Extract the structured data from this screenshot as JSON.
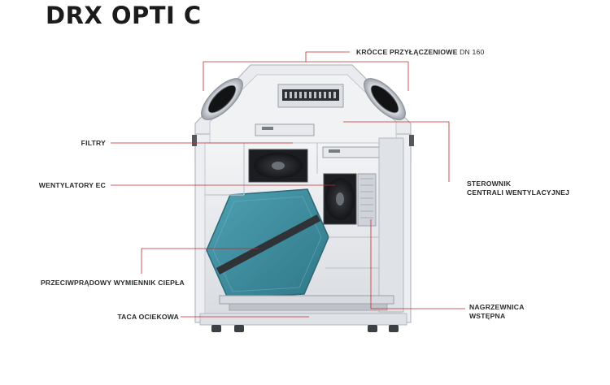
{
  "title": "DRX OPTI C",
  "labels": {
    "krocce": {
      "text": "KRÓCCE PRZYŁĄCZENIOWE",
      "suffix": "DN 160"
    },
    "filtry": {
      "text": "FILTRY"
    },
    "wentylatory": {
      "text": "WENTYLATORY EC"
    },
    "wymiennik": {
      "text": "PRZECIWPRĄDOWY WYMIENNIK CIEPŁA"
    },
    "taca": {
      "text": "TACA OCIEKOWA"
    },
    "sterownik": {
      "lines": [
        "STEROWNIK",
        "CENTRALI WENTYLACYJNEJ"
      ]
    },
    "nagrzewnica": {
      "lines": [
        "NAGRZEWNICA",
        "WSTĘPNA"
      ]
    }
  },
  "colors": {
    "leader": "#c62828",
    "frame": "#c9ced6",
    "frame_dark": "#8f959e",
    "exchanger": "#3f8fa0",
    "text": "#2a2a2a"
  }
}
